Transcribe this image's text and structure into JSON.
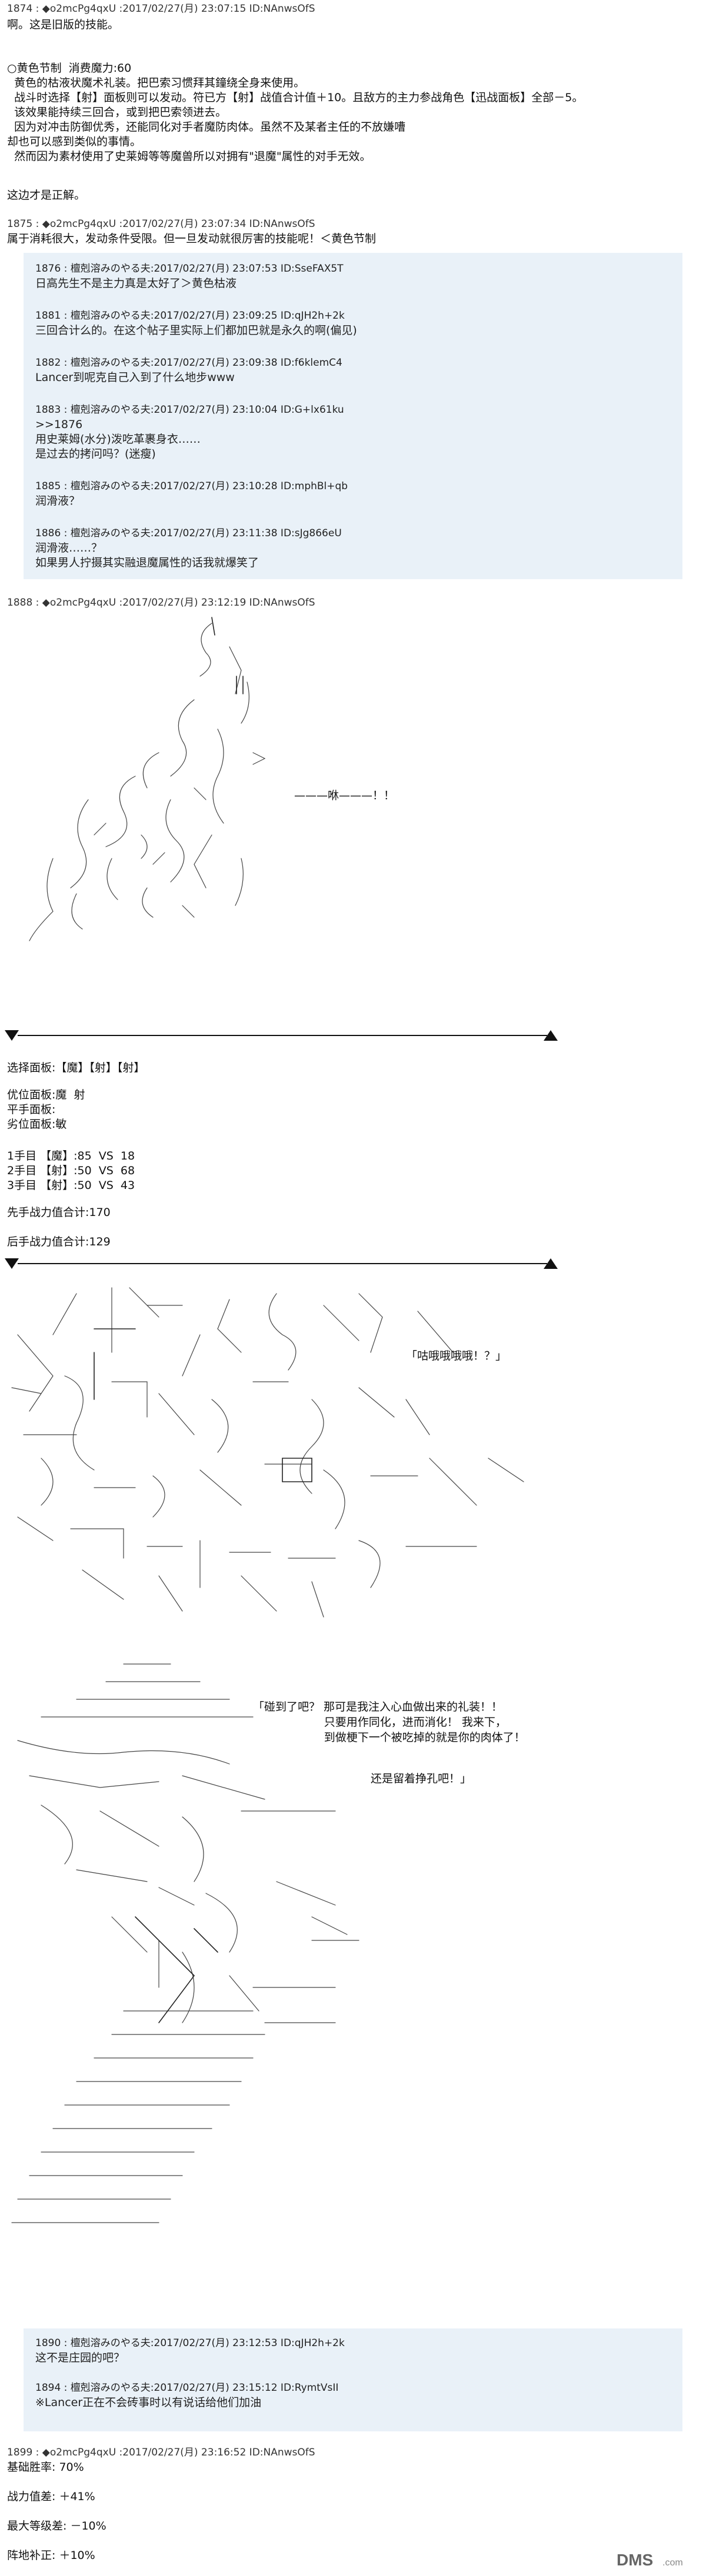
{
  "post_1874": {
    "header": "1874 : ◆o2mcPg4qxU :2017/02/27(月) 23:07:15 ID:NAnwsOfS",
    "lines": [
      "啊。这是旧版的技能。"
    ]
  },
  "skill_block": {
    "lines": [
      "○黄色节制  消费魔力:60",
      "  黄色的枯液状魔术礼装。把巴索习惯拜其鐘绕全身来使用。",
      "  战斗时选择【射】面板则可以发动。符已方【射】战值合计值＋10。且敌方的主力参战角色【迅战面板】全部－5。",
      "  该效果能持续三回合，或到把巴索领进去。",
      "  因为对冲击防御优秀，还能同化对手者魔防肉体。虽然不及某者主任的不放嫌嘈",
      "却也可以感到类似的事情。",
      "  然而因为素材使用了史莱姆等等魔兽所以对拥有\"退魔\"属性的对手无效。"
    ],
    "footer": "这边才是正解。"
  },
  "post_1875": {
    "header": "1875 : ◆o2mcPg4qxU :2017/02/27(月) 23:07:34 ID:NAnwsOfS",
    "lines": [
      "属于消耗很大，发动条件受限。但一旦发动就很厉害的技能呢！＜黄色节制"
    ]
  },
  "quotes_top": [
    {
      "header": "1876 : 檀剋溶みのやる夫:2017/02/27(月) 23:07:53 ID:SseFAX5T",
      "lines": [
        "日高先生不是主力真是太好了＞黄色枯液"
      ]
    },
    {
      "header": "1881 : 檀剋溶みのやる夫:2017/02/27(月) 23:09:25 ID:qJH2h+2k",
      "lines": [
        "三回合计么的。在这个帖子里实际上们都加巴就是永久的啊(偏见)"
      ]
    },
    {
      "header": "1882 : 檀剋溶みのやる夫:2017/02/27(月) 23:09:38 ID:f6klemC4",
      "lines": [
        "Lancer到呢克自己入到了什么地步www"
      ]
    },
    {
      "header": "1883 : 檀剋溶みのやる夫:2017/02/27(月) 23:10:04 ID:G+lx61ku",
      "lines": [
        ">>1876",
        "用史莱姆(水分)泼吃革裹身衣……",
        "是过去的拷问吗？(迷瘦)"
      ]
    },
    {
      "header": "1885 : 檀剋溶みのやる夫:2017/02/27(月) 23:10:28 ID:mphBl+qb",
      "lines": [
        "润滑液？"
      ]
    },
    {
      "header": "1886 : 檀剋溶みのやる夫:2017/02/27(月) 23:11:38 ID:sJg866eU",
      "lines": [
        "润滑液……？",
        "如果男人拧摄其实融退魔属性的话我就爆笑了"
      ]
    }
  ],
  "post_1888": {
    "header": "1888 : ◆o2mcPg4qxU :2017/02/27(月) 23:12:19 ID:NAnwsOfS",
    "dialogue": "———咻———！！"
  },
  "panel_select": {
    "title": "选择面板:【魔】【射】【射】",
    "rows": [
      "优位面板:魔  射",
      "平手面板:",
      "劣位面板:敏"
    ],
    "rounds": [
      "1手目 【魔】:85  VS  18",
      "2手目 【射】:50  VS  68",
      "3手目 【射】:50  VS  43"
    ],
    "first_total": "先手战力值合计:170",
    "second_total": "后手战力值合计:129"
  },
  "battle_scene": {
    "shout": "「咕哦哦哦哦！？」",
    "speech_1": [
      "「碰到了吧？ 那可是我注入心血做出来的礼装！！",
      "                    只要用作同化，进而消化！ 我来下，",
      "                    到做梗下一个被吃掉的就是你的肉体了！"
    ],
    "speech_2": "还是留着挣孔吧！」"
  },
  "quotes_bottom": [
    {
      "header": "1890 : 檀剋溶みのやる夫:2017/02/27(月) 23:12:53 ID:qJH2h+2k",
      "lines": [
        "这不是庄园的吧？"
      ]
    },
    {
      "header": "1894 : 檀剋溶みのやる夫:2017/02/27(月) 23:15:12 ID:RymtVsII",
      "lines": [
        "※Lancer正在不会砖事时以有说话给他们加油"
      ]
    }
  ],
  "post_1899": {
    "header": "1899 : ◆o2mcPg4qxU :2017/02/27(月) 23:16:52 ID:NAnwsOfS",
    "lines": [
      "基础胜率: 70%",
      "",
      "战力值差: ＋41%",
      "",
      "最大等级差: －10%",
      "",
      "阵地补正: ＋10%"
    ]
  },
  "logo": {
    "text": "DMS",
    "suffix": ".com"
  },
  "colors": {
    "quote_bg": "#e9f1f8",
    "text": "#111111"
  }
}
